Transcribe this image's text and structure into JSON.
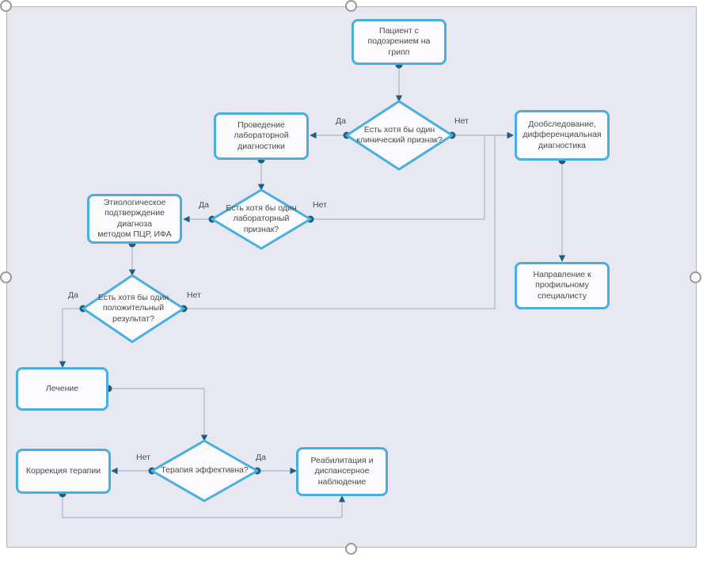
{
  "app": {
    "frame_label": "selection-frame",
    "canvas_bg": "#e8e8f2",
    "node_border": "#4aaede",
    "node_fill": "#fbfbfd",
    "connector_color": "#b6bdd4",
    "connector_dot": "#1f5f82",
    "text_color": "#4a4a4a"
  },
  "nodes": {
    "patient": {
      "text": "Пациент с\nподозрением на\nгрипп"
    },
    "clinical_sign": {
      "text": "Есть хотя бы один\nклинический признак?"
    },
    "lab_diagnostics": {
      "text": "Проведение\nлабораторной\nдиагностики"
    },
    "further_exam": {
      "text": "Дообследование,\nдифференциальная\nдиагностика"
    },
    "lab_sign": {
      "text": "Есть хотя бы один\nлабораторный\nпризнак?"
    },
    "etiological": {
      "text": "Этиологическое\nподтверждение\nдиагноза\nметодом ПЦР, ИФА"
    },
    "specialist": {
      "text": "Направление к\nпрофильному\nспециалисту"
    },
    "positive_result": {
      "text": "Есть хотя бы один\nположительный\nрезультат?"
    },
    "treatment": {
      "text": "Лечение"
    },
    "therapy_effective": {
      "text": "Терапия эффективна?"
    },
    "therapy_correction": {
      "text": "Коррекция терапии"
    },
    "rehabilitation": {
      "text": "Реабилитация и\nдиспансерное\nнаблюдение"
    }
  },
  "edge_labels": {
    "clinical_yes": "Да",
    "clinical_no": "Нет",
    "lab_yes": "Да",
    "lab_no": "Нет",
    "result_yes": "Да",
    "result_no": "Нет",
    "therapy_no": "Нет",
    "therapy_yes": "Да"
  }
}
